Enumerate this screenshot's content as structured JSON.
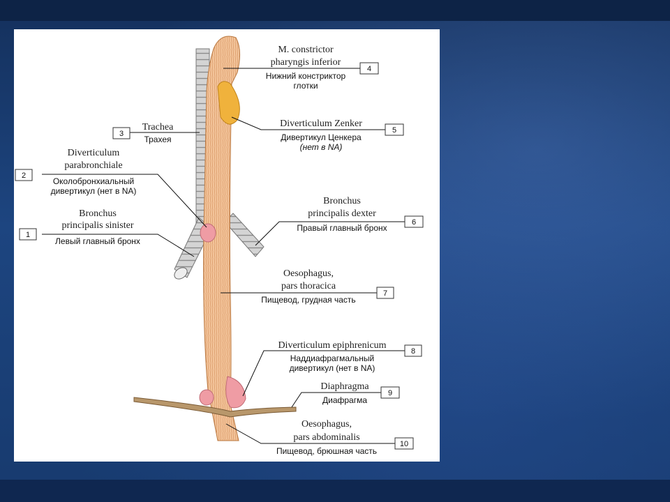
{
  "labels": [
    {
      "num": "1",
      "latin": [
        "Bronchus",
        "principalis sinister"
      ],
      "russian": [
        "Левый главный бронх"
      ]
    },
    {
      "num": "2",
      "latin": [
        "Diverticulum",
        "parabronchiale"
      ],
      "russian": [
        "Околобронхиальный",
        "дивертикул (нет в NA)"
      ]
    },
    {
      "num": "3",
      "latin": [
        "Trachea"
      ],
      "russian": [
        "Трахея"
      ]
    },
    {
      "num": "4",
      "latin": [
        "M. constrictor",
        "pharyngis inferior"
      ],
      "russian": [
        "Нижний констриктор",
        "глотки"
      ]
    },
    {
      "num": "5",
      "latin": [
        "Diverticulum Zenker"
      ],
      "russian": [
        "Дивертикул Ценкера",
        "(нет в NA)"
      ]
    },
    {
      "num": "6",
      "latin": [
        "Bronchus",
        "principalis dexter"
      ],
      "russian": [
        "Правый главный бронх"
      ]
    },
    {
      "num": "7",
      "latin": [
        "Oesophagus,",
        "pars thoracica"
      ],
      "russian": [
        "Пищевод, грудная часть"
      ]
    },
    {
      "num": "8",
      "latin": [
        "Diverticulum epiphrenicum"
      ],
      "russian": [
        "Наддиафрагмальный",
        "дивертикул (нет в NA)"
      ]
    },
    {
      "num": "9",
      "latin": [
        "Diaphragma"
      ],
      "russian": [
        "Диафрагма"
      ]
    },
    {
      "num": "10",
      "latin": [
        "Oesophagus,",
        "pars abdominalis"
      ],
      "russian": [
        "Пищевод, брюшная часть"
      ]
    }
  ],
  "colors": {
    "oesophagus": "#f3c49a",
    "zenker": "#f0b23c",
    "diverticulum": "#ef9ca4",
    "trachea": "#c9c9c9",
    "diaphragm": "#b8976b"
  }
}
